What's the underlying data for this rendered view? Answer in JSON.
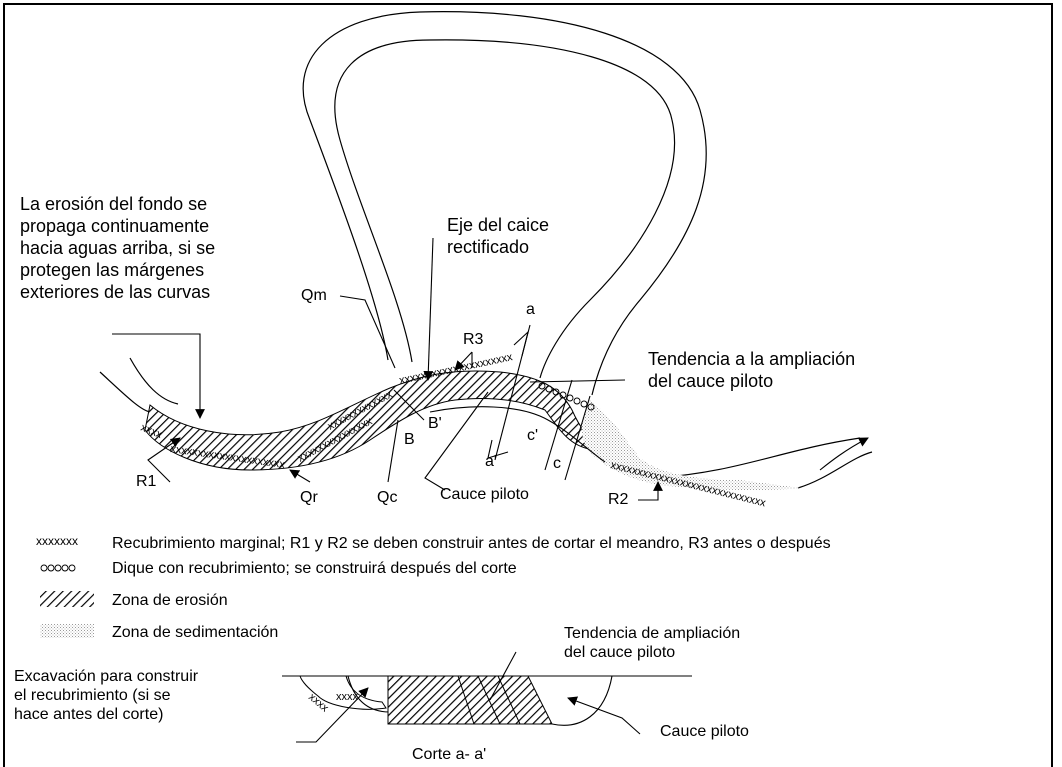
{
  "annotations": {
    "erosion_note": [
      "La erosión del fondo se",
      "propaga continuamente",
      "hacia aguas arriba, si se",
      "protegen las márgenes",
      "exteriores de las curvas"
    ],
    "axis_note": [
      "Eje del caice",
      "rectificado"
    ],
    "tendency_note": [
      "Tendencia a la ampliación",
      "del cauce piloto"
    ]
  },
  "map_labels": {
    "qm": "Qm",
    "r3": "R3",
    "a": "a",
    "a_prime": "a'",
    "b": "B",
    "b_prime": "B'",
    "c": "c",
    "c_prime": "c'",
    "r1": "R1",
    "qr": "Qr",
    "qc": "Qc",
    "cauce_piloto": "Cauce piloto",
    "r2": "R2"
  },
  "legend": [
    {
      "symbol": "xxxxxxx",
      "text": "Recubrimiento marginal; R1 y R2 se deben construir antes de cortar el meandro, R3 antes o después"
    },
    {
      "symbol": "ooooo",
      "text": "Dique con recubrimiento; se construirá después del corte"
    },
    {
      "symbol": "hatch",
      "text": "Zona de erosión"
    },
    {
      "symbol": "dots",
      "text": "Zona de sedimentación"
    }
  ],
  "section": {
    "excavation_note": [
      "Excavación para construir",
      "el recubrimiento (si se",
      "hace antes del corte)"
    ],
    "tendency_note": [
      "Tendencia de ampliación",
      "del cauce piloto"
    ],
    "cauce_piloto": "Cauce piloto",
    "title": "Corte a- a'"
  }
}
